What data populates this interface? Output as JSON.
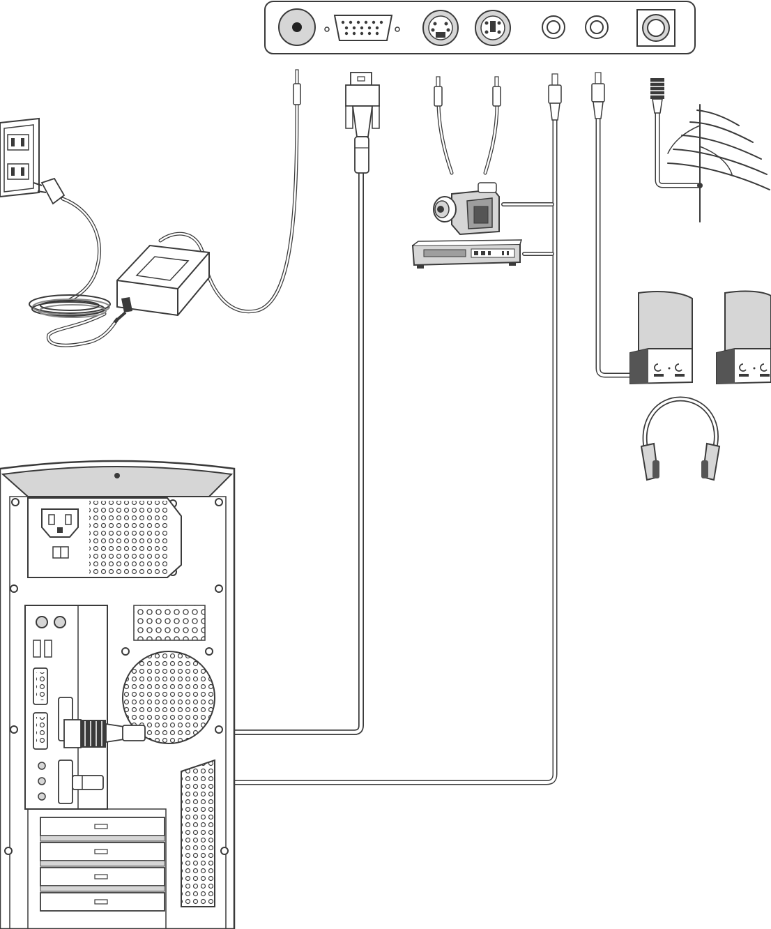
{
  "diagram": {
    "kind": "tv-box-connection-diagram",
    "colors": {
      "stroke": "#3a3a3a",
      "cable_fill": "#ffffff",
      "light_gray": "#d6d6d6",
      "mid_gray": "#9e9e9e",
      "dark_gray": "#555555",
      "background": "#ffffff"
    },
    "box_ports": [
      {
        "name": "dc-power-in-port",
        "icon": "dc-jack-icon"
      },
      {
        "name": "vga-port",
        "icon": "vga-port-icon"
      },
      {
        "name": "s-video-in-port",
        "icon": "mini-din-icon"
      },
      {
        "name": "s-video-out-port",
        "icon": "mini-din-icon"
      },
      {
        "name": "av-in-port",
        "icon": "rca-jack-icon"
      },
      {
        "name": "audio-out-port",
        "icon": "rca-jack-icon"
      },
      {
        "name": "antenna-port",
        "icon": "coax-port-icon"
      }
    ],
    "devices": [
      {
        "name": "wall-outlet",
        "icon": "wall-outlet-icon"
      },
      {
        "name": "power-adapter",
        "icon": "power-adapter-icon"
      },
      {
        "name": "camcorder",
        "icon": "camcorder-icon"
      },
      {
        "name": "vcr-player",
        "icon": "vcr-icon"
      },
      {
        "name": "antenna",
        "icon": "antenna-icon"
      },
      {
        "name": "left-speaker",
        "icon": "speaker-icon"
      },
      {
        "name": "right-speaker",
        "icon": "speaker-icon"
      },
      {
        "name": "headphones",
        "icon": "headphones-icon"
      },
      {
        "name": "pc-tower-rear",
        "icon": "pc-tower-icon"
      }
    ]
  }
}
